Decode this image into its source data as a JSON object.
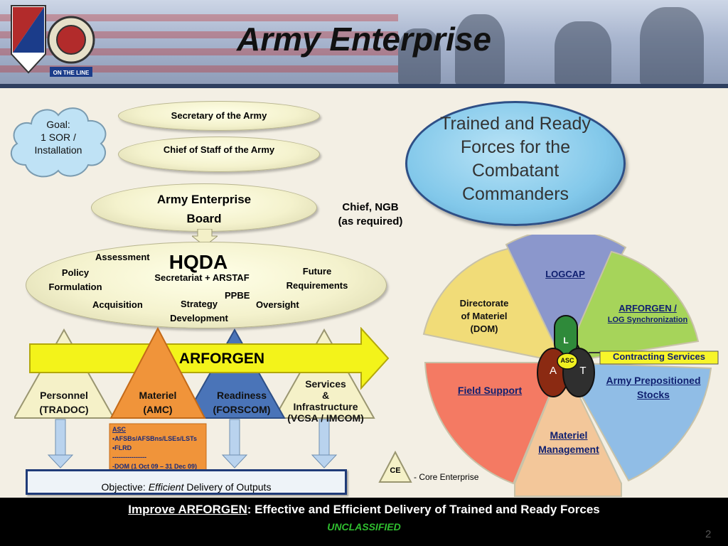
{
  "header": {
    "title": "Army Enterprise",
    "logo_text": "ON THE LINE"
  },
  "diagram": {
    "goal_cloud": {
      "line1": "Goal:",
      "line2": "1 SOR /",
      "line3": "Installation"
    },
    "secretary": "Secretary of the Army",
    "chief_of_staff": "Chief of Staff of the Army",
    "enterprise_board": "Army Enterprise Board",
    "chief_ngb": {
      "line1": "Chief, NGB",
      "line2": "(as required)"
    },
    "hqda": {
      "title": "HQDA",
      "assessment": "Assessment",
      "policy": "Policy Formulation",
      "secretariat": "Secretariat + ARSTAF",
      "future": "Future Requirements",
      "ppbe": "PPBE",
      "acquisition": "Acquisition",
      "strategy": "Strategy Development",
      "oversight": "Oversight"
    },
    "arforgen_arrow": "ARFORGEN",
    "triangles": {
      "personnel": {
        "line1": "Personnel",
        "line2": "(TRADOC)"
      },
      "materiel": {
        "line1": "Materiel",
        "line2": "(AMC)"
      },
      "readiness": {
        "line1": "Readiness",
        "line2": "(FORSCOM)"
      },
      "services": {
        "line1": "Services",
        "line2": "&",
        "line3": "Infrastructure",
        "line4": "(VCSA / IMCOM)"
      }
    },
    "asc_box": {
      "line1": "ASC",
      "line2": "•AFSBs/AFSBns/LSEs/LSTs",
      "line3": "•FLRD",
      "line4": "----------------",
      "line5": "-DOM (1 Oct 09 – 31 Dec 09)"
    },
    "objective": {
      "prefix": "Objective: ",
      "emph": "Efficient",
      "suffix": " Delivery of Outputs"
    },
    "ce": {
      "badge": "CE",
      "label": "- Core Enterprise"
    },
    "trained_ready": {
      "line1": "Trained and Ready",
      "line2": "Forces for the",
      "line3": "Combatant",
      "line4": "Commanders"
    },
    "wheel": {
      "logcap": "LOGCAP",
      "arforgen_log": {
        "line1": "ARFORGEN /",
        "line2": "LOG Synchronization"
      },
      "dom": {
        "line1": "Directorate",
        "line2": "of Materiel",
        "line3": "(DOM)"
      },
      "field_support": "Field Support",
      "apo": {
        "line1": "Army Prepositioned",
        "line2": "Stocks"
      },
      "materiel_mgmt": {
        "line1": "Materiel",
        "line2": "Management"
      },
      "contracting": "Contracting Services",
      "hub_l": "L",
      "hub_asc": "ASC",
      "hub_a": "A",
      "hub_t": "T"
    }
  },
  "footer": {
    "improve": "Improve ARFORGEN",
    "tagline": ":  Effective and Efficient Delivery of Trained and Ready Forces",
    "classification": "UNCLASSIFIED",
    "page": "2"
  },
  "colors": {
    "arforgen_arrow": "#f3f31a",
    "materiel_triangle": "#f0943a",
    "readiness_triangle": "#4a74b8",
    "logcap_slice": "#8b97cc",
    "arforgen_slice": "#a6d45a",
    "dom_slice": "#f1dc78",
    "field_support_slice": "#f47a63",
    "apo_slice": "#90bde6",
    "materiel_slice": "#f3c79a",
    "trained_ready": "#82c8ea"
  }
}
